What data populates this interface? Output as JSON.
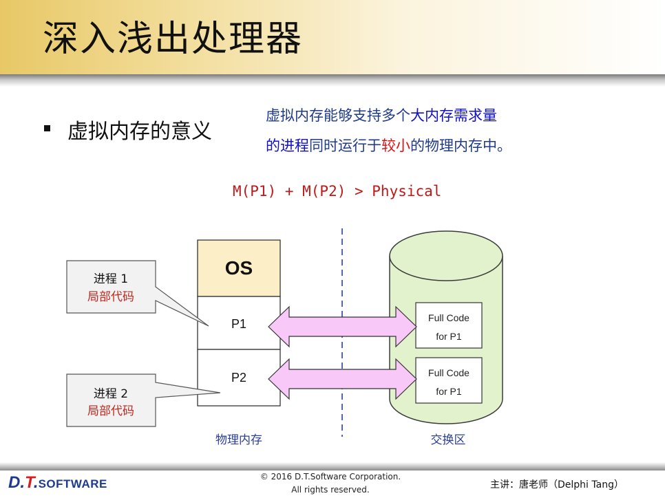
{
  "title": "深入浅出处理器",
  "bullet": "虚拟内存的意义",
  "description": {
    "line1": [
      {
        "text": "虚拟内存能够支持多个",
        "style": "normal"
      },
      {
        "text": "大内存需求量",
        "style": "blue"
      }
    ],
    "line2": [
      {
        "text": "的进程",
        "style": "blue"
      },
      {
        "text": "同时运行于",
        "style": "normal"
      },
      {
        "text": "较小",
        "style": "red"
      },
      {
        "text": "的物理内存中。",
        "style": "normal"
      }
    ]
  },
  "formula": "M(P1) + M(P2) > Physical",
  "diagram": {
    "memory_blocks": [
      "OS",
      "P1",
      "P2"
    ],
    "memory_label": "物理内存",
    "swap_label": "交换区",
    "swap_blocks": [
      {
        "line1": "Full Code",
        "line2": "for P1"
      },
      {
        "line1": "Full Code",
        "line2": "for P1"
      }
    ],
    "callouts": [
      {
        "title": "进程 1",
        "subtitle": "局部代码"
      },
      {
        "title": "进程 2",
        "subtitle": "局部代码"
      }
    ]
  },
  "footer": {
    "logo_dt": "D.",
    "logo_t": "T",
    "logo_dot": ".",
    "logo_software": "SOFTWARE",
    "copyright_line1": "© 2016 D.T.Software Corporation.",
    "copyright_line2": "All rights reserved.",
    "presenter": "主讲：唐老师（Delphi Tang）"
  },
  "colors": {
    "os_block": "#fcefc8",
    "cylinder": "#e2f2cc",
    "arrow_fill": "#f8c8f8",
    "callout_fill": "#f2f2f2",
    "blue_text": "#1010c8",
    "red_text": "#e01010"
  }
}
